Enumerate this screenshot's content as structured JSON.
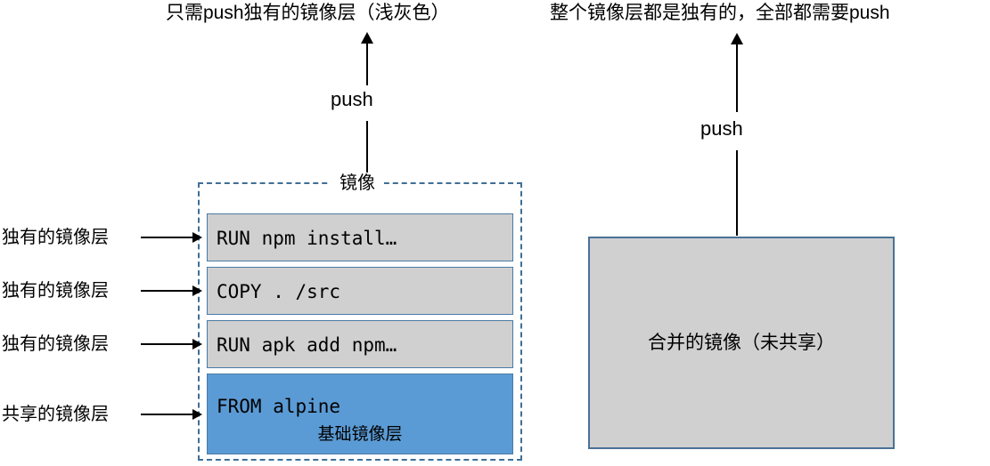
{
  "diagram": {
    "left_panel": {
      "title": "只需push独有的镜像层（浅灰色）",
      "push_label": "push",
      "container_label": "镜像",
      "layers": [
        {
          "command": "RUN npm install…",
          "kind": "unique"
        },
        {
          "command": "COPY . /src",
          "kind": "unique"
        },
        {
          "command": "RUN apk add npm…",
          "kind": "unique"
        },
        {
          "command": "FROM alpine",
          "sublabel": "基础镜像层",
          "kind": "base"
        }
      ],
      "side_labels": [
        "独有的镜像层",
        "独有的镜像层",
        "独有的镜像层",
        "共享的镜像层"
      ]
    },
    "right_panel": {
      "title": "整个镜像层都是独有的，全部都需要push",
      "push_label": "push",
      "box_label": "合并的镜像（未共享）"
    },
    "colors": {
      "unique_layer_fill": "#d0d0d0",
      "base_layer_fill": "#5b9bd5",
      "layer_border": "#4a7ba6",
      "dashed_border": "#3f6f96",
      "merged_box_border": "#4a7296",
      "merged_box_fill": "#d0d0d0",
      "arrow": "#000000"
    }
  }
}
